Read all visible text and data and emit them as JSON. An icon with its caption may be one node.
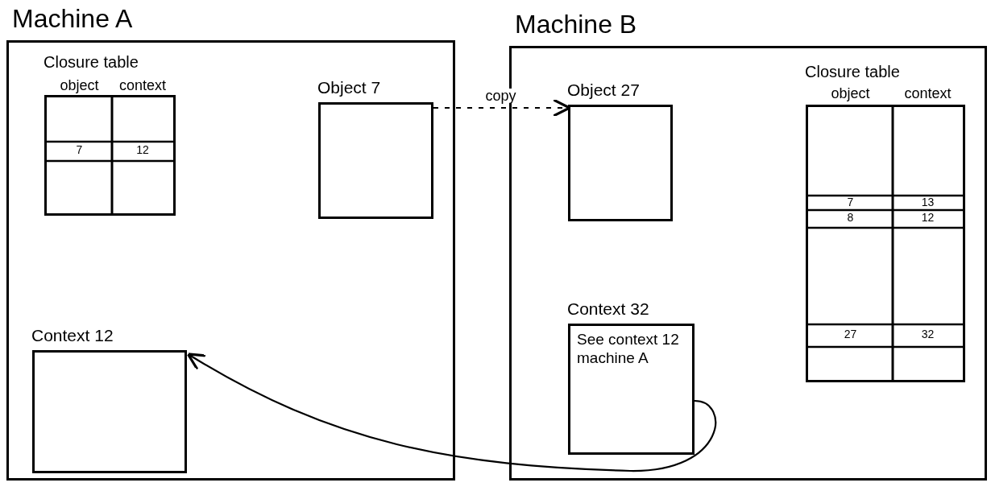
{
  "diagram": {
    "nodes": [
      {
        "text": [
          "Machine A"
        ]
      },
      {
        "text": [
          "Closure table"
        ],
        "in": 0
      },
      {
        "text": [
          "Object 7"
        ],
        "in": 0
      },
      {
        "text": [
          "Context 12"
        ],
        "in": 0
      },
      {
        "text": [
          "Machine B"
        ]
      },
      {
        "text": [
          "Object 27"
        ],
        "in": 4
      },
      {
        "text": [
          "Closure table"
        ],
        "in": 4
      },
      {
        "text": [
          "Context 32",
          "See context 12 machine A"
        ],
        "in": 4
      }
    ],
    "edges": [
      {
        "from": 2,
        "to": 5,
        "arrow": "to",
        "label": "copy",
        "style": "dashed"
      },
      {
        "from": 7,
        "to": 3,
        "arrow": "to"
      }
    ],
    "labels": [
      "object",
      "context",
      "7",
      "12",
      "object",
      "context",
      "7",
      "13",
      "8",
      "12",
      "27",
      "32"
    ]
  }
}
